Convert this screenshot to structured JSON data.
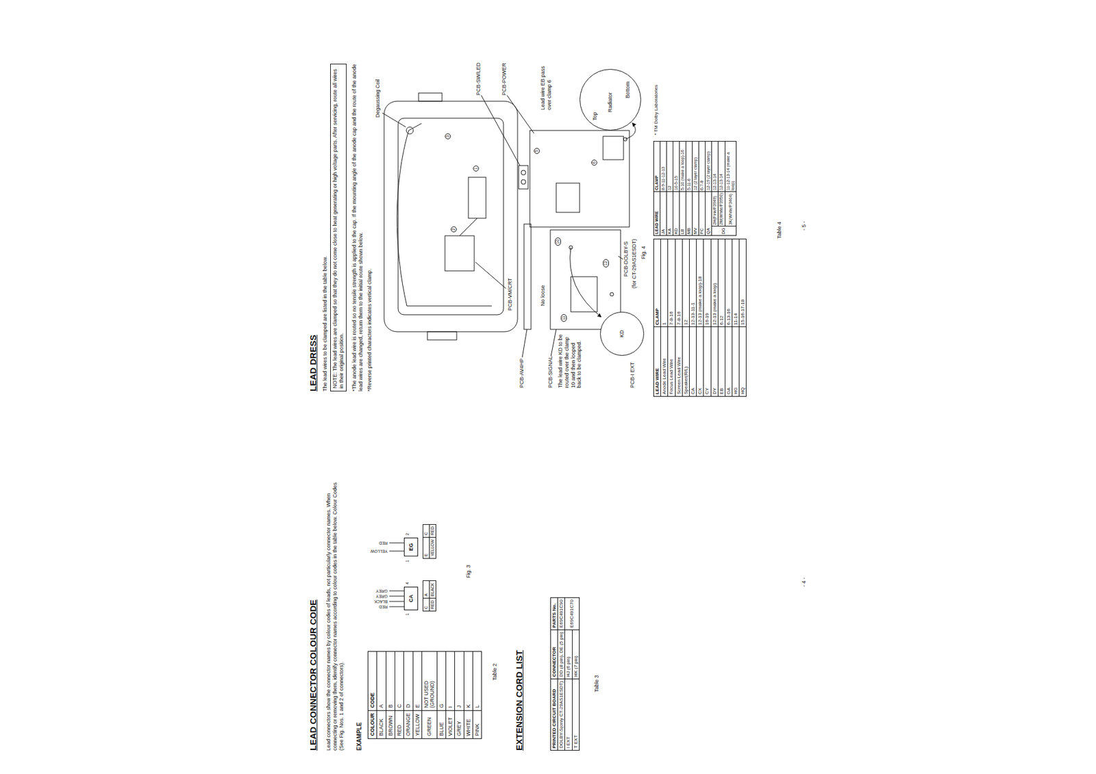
{
  "diagram": {
    "nodes": [
      {
        "text": [
          "CA"
        ]
      },
      {
        "text": [
          "EG"
        ]
      },
      {
        "text": [
          "NOTE: The lead wires are clamped so that they do not come close to heat generating or high voltage parts. After servicing, route all wires in their original position."
        ]
      },
      {
        "text": [
          "KD"
        ]
      },
      {
        "text": [
          "Top",
          "Radiator",
          "Bottom"
        ]
      }
    ],
    "labels": [
      "LEAD CONNECTOR COLOUR CODE",
      "Lead connectors show the connector names by colour codes of leads, not particularly connector names. When connecting or removing them, identify connector names according to colour codes in the table below. Colour Codes (See Fig. Nos. 1 and 2 of connectors).",
      "EXAMPLE",
      "COLOUR",
      "CODE",
      "BLACK",
      "A",
      "BROWN",
      "B",
      "RED",
      "C",
      "ORANGE",
      "D",
      "YELLOW",
      "E",
      "GREEN",
      "NOT USED (GROUND)",
      "BLUE",
      "G",
      "VIOLET",
      "I",
      "GREY",
      "J",
      "WHITE",
      "K",
      "PINK",
      "L",
      "Table 2",
      "RED",
      "BLACK",
      "GREY",
      "GREY",
      "1",
      "4",
      "C",
      "A",
      "RED",
      "BLACK",
      "YELLOW",
      "RED",
      "1",
      "2",
      "E",
      "C",
      "YELLOW",
      "RED",
      "Fig. 3",
      "EXTENSION CORD LIST",
      "PRINTED CIRCUIT BOARD",
      "CONNECTOR",
      "PARTS No.",
      "DOLBY-S(only CT-29AS1ESDT)",
      "DD (8 pin), DE (5 pin)",
      "E69C491C90",
      "I EXT",
      "HJ (6 pin)",
      "E69C491C70",
      "T EXT",
      "HK (7 pin)",
      "Table 3",
      "- 4 -",
      "LEAD DRESS",
      "The lead wires to be clamped are listed in the table below.",
      "*The anode lead wire is routed so no tensile strength is applied to the cap. If the mounting angle of the anode cap and the route of the anode lead wires are changed, return them to the initial route shown below.",
      "*Reverse printed characters indicates vertical clamp.",
      "Degaussing Coil",
      "PCB-SW/LED",
      "PCB-POWER",
      "Lead wire EB pass over clamp 6",
      "PCB-VM/CRT",
      "PCB-AV4HP",
      "No loose",
      "PCB-SIGNAL",
      "The lead wire KD to be routed over the clamp 10 and then looped back to be clamped.",
      "PCB-I EXT",
      "PCB-DOLBY-S",
      "(for CT-29AS1ESDT)",
      "Fig. 4",
      "* TM Dolby Laboratories",
      "1",
      "2",
      "3",
      "5",
      "6",
      "10",
      "11",
      "12",
      "LEAD WIRE",
      "CLAMP",
      "Anode Lead Wire",
      "1",
      "Focus Lead Wire",
      "7-8-16",
      "Screen Lead Wire",
      "7-8-16",
      "Speaker(R/L)",
      "12",
      "CA",
      "12-13-11-1",
      "CX",
      "12-13 (make a loop)-18",
      "CY",
      "16-19",
      "DY",
      "12-13 (make a loop)",
      "EB",
      "6-12",
      "GA",
      "6-13-16",
      "HG",
      "11-14",
      "HQ",
      "15-16-17-18",
      "LEAD WIRE",
      "CLAMP",
      "JA",
      "8-9-11-12-13",
      "KA",
      "12",
      "KD",
      "10-5-15",
      "LB",
      "5-10 (make a loop)-16",
      "MB",
      "5-11-6",
      "MV",
      "12 (2 layer clamp)",
      "PC",
      "6-7-8",
      "QA",
      "12-19 (2 layer clamp)",
      "DG",
      "2H(Pink/P3949)",
      "12-13-14",
      "2M(White/P3950)",
      "12-13-14",
      "3K(White/P3404)",
      "11-12-13-14 (make a loop)",
      "Table 4",
      "- 5 -"
    ]
  }
}
